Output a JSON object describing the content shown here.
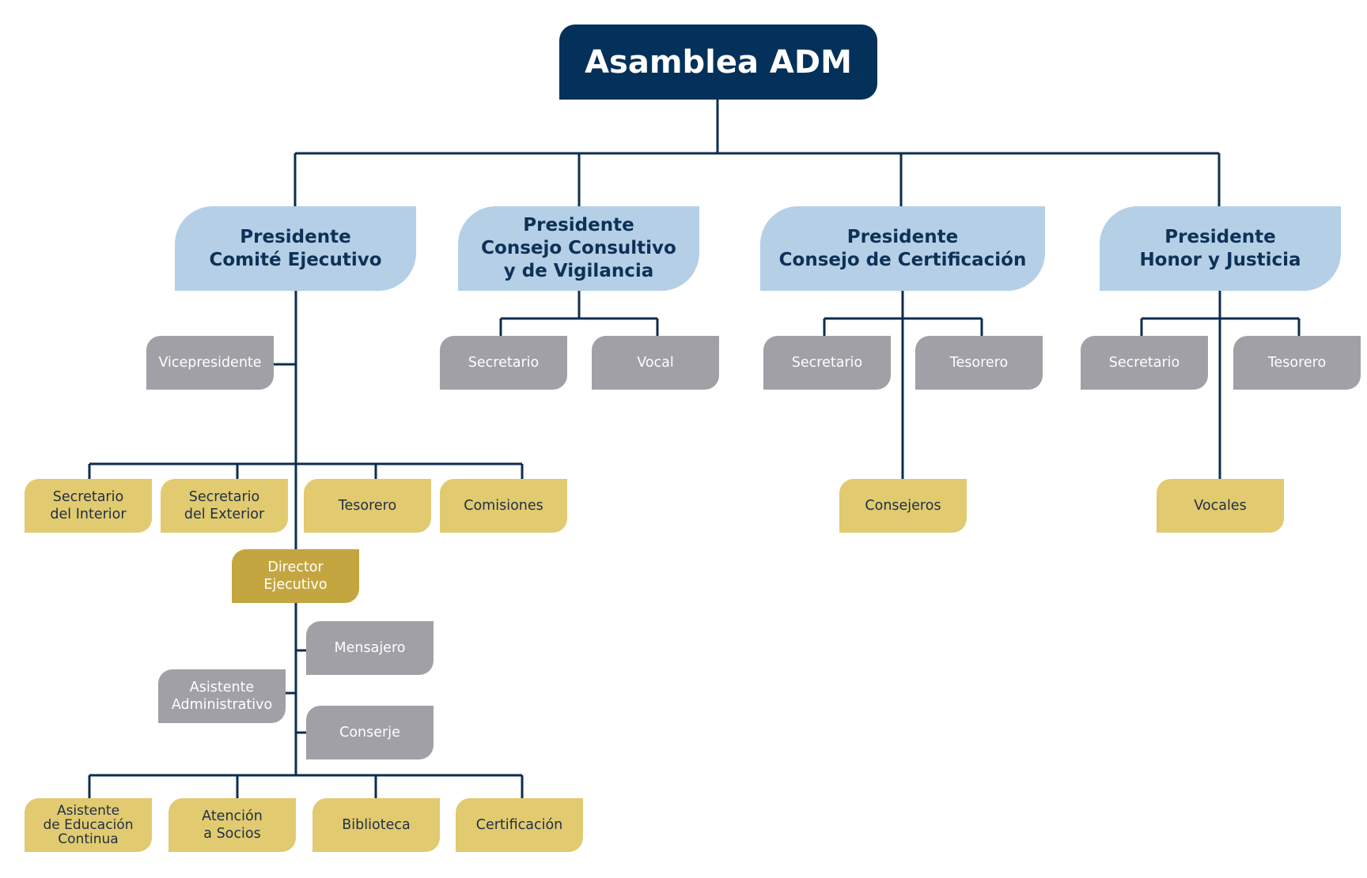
{
  "title": "Asamblea ADM",
  "colors": {
    "root": "#033159",
    "president": "#b5cfe6",
    "staff_gray": "#a0a0a6",
    "gold": "#e1ca70",
    "director": "#c4a641",
    "line": "#0d2c4f"
  },
  "branches": {
    "comite": {
      "president": "Presidente\nComité Ejecutivo",
      "vicepresidente": "Vicepresidente",
      "secretario_interior": "Secretario\ndel Interior",
      "secretario_exterior": "Secretario\ndel Exterior",
      "tesorero": "Tesorero",
      "comisiones": "Comisiones",
      "director": "Director\nEjecutivo",
      "mensajero": "Mensajero",
      "asistente_admin": "Asistente\nAdministrativo",
      "conserje": "Conserje",
      "asistente_educacion": "Asistente\nde Educación\nContinua",
      "atencion_socios": "Atención\na Socios",
      "biblioteca": "Biblioteca",
      "certificacion": "Certificación"
    },
    "consultivo": {
      "president": "Presidente\nConsejo Consultivo\ny de Vigilancia",
      "secretario": "Secretario",
      "vocal": "Vocal"
    },
    "certificacion": {
      "president": "Presidente\nConsejo de Certificación",
      "secretario": "Secretario",
      "tesorero": "Tesorero",
      "consejeros": "Consejeros"
    },
    "honor": {
      "president": "Presidente\nHonor y Justicia",
      "secretario": "Secretario",
      "tesorero": "Tesorero",
      "vocales": "Vocales"
    }
  }
}
